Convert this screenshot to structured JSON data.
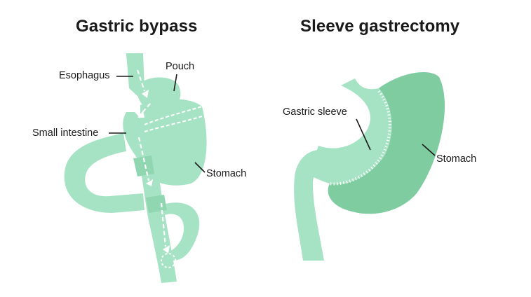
{
  "diagrams": [
    {
      "title": "Gastric bypass",
      "labels": {
        "esophagus": "Esophagus",
        "pouch": "Pouch",
        "small_intestine": "Small intestine",
        "stomach": "Stomach"
      }
    },
    {
      "title": "Sleeve gastrectomy",
      "labels": {
        "gastric_sleeve": "Gastric sleeve",
        "stomach": "Stomach"
      }
    }
  ],
  "colors": {
    "light_green": "#a6e3c4",
    "dark_green": "#7fcca0",
    "text": "#1a1a1a",
    "line": "#1a1a1a",
    "marks": "#ffffff"
  }
}
